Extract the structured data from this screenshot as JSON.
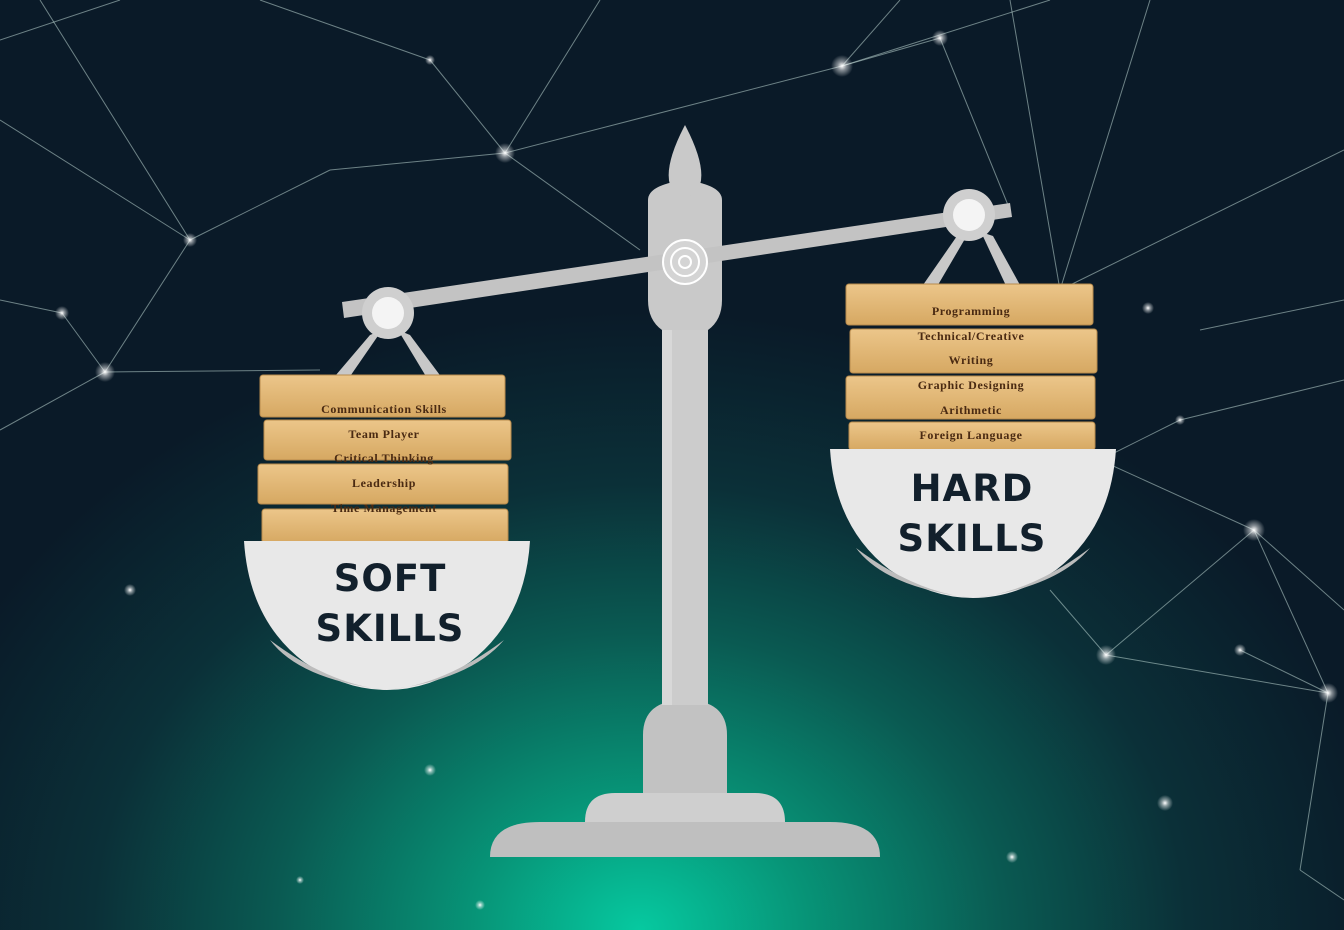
{
  "colors": {
    "background_glow": "#06c9a0",
    "background_dark": "#0a1a28",
    "metal": "#c8c8c8",
    "metal_dark": "#a9a9a9",
    "bowl": "#e6e6e6",
    "plank": "#e0b676",
    "plank_text": "#4a2a12",
    "bowl_text": "#12202c"
  },
  "soft_pan": {
    "label_line1": "SOFT",
    "label_line2": "SKILLS",
    "skills": [
      "Communication Skills",
      "Team Player",
      "Critical Thinking",
      "Leadership",
      "Time Management"
    ]
  },
  "hard_pan": {
    "label_line1": "HARD",
    "label_line2": "SKILLS",
    "skills": [
      "Programming",
      "Technical/Creative",
      "Writing",
      "Graphic Designing",
      "Arithmetic",
      "Foreign Language"
    ]
  }
}
